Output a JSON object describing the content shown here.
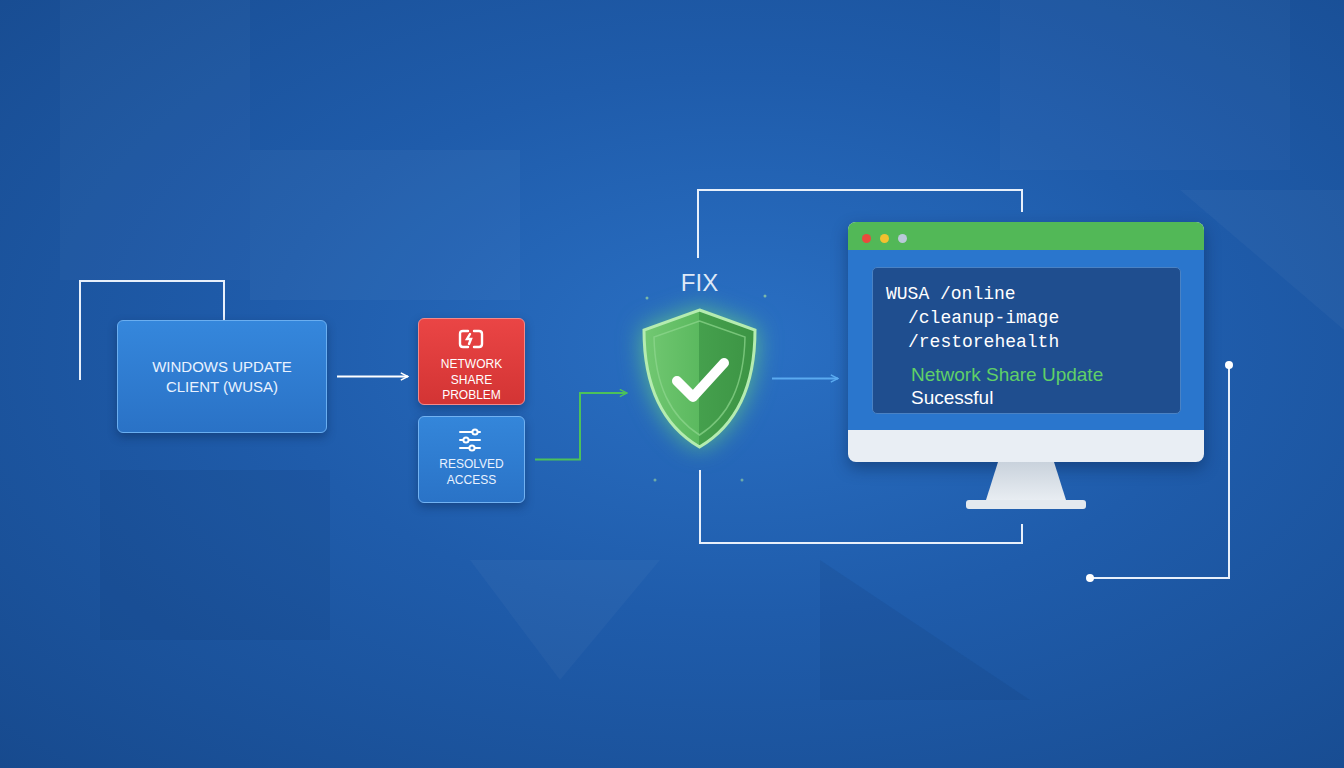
{
  "diagram": {
    "nodes": [
      {
        "text": [
          "WINDOWS UPDATE CLIENT (WUSA)"
        ]
      },
      {
        "text": [
          "NETWORK SHARE PROBLEM"
        ]
      },
      {
        "text": [
          "RESOLVED ACCESS"
        ]
      },
      {
        "text": [
          "FIX"
        ]
      },
      {
        "text": [
          "WUSA /online /cleanup-image /restorehealth",
          "Network Share Update",
          "Sucessful"
        ]
      }
    ],
    "edges": [
      {
        "from": 0,
        "to": 1,
        "arrow": "to"
      },
      {
        "from": 2,
        "to": 3,
        "arrow": "to"
      },
      {
        "from": 3,
        "to": 4,
        "arrow": "to"
      }
    ]
  }
}
